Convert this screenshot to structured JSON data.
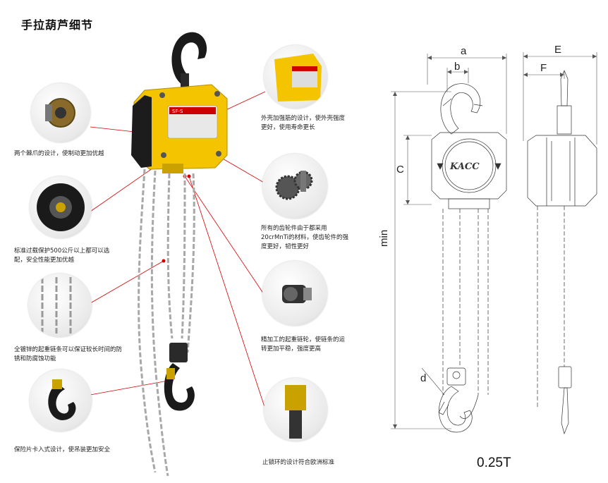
{
  "title": "手拉葫芦细节",
  "captions": {
    "pawl": "两个棘爪的设计，使制动更加优越",
    "overload": "标准过载保护500公斤以上都可以选配，安全性能更加优越",
    "chain": "全镀锌的起重链条可以保证较长时间的防锈和防腐蚀功能",
    "latch": "保险片卡入式设计，使吊装更加安全",
    "shell": "外壳加强筋的设计，使外壳强度更好，使用寿命更长",
    "gears": "所有的齿轮件由于都采用20crMnTi的材料，使齿轮件的强度更好，韧性更好",
    "sprocket": "精加工的起重链轮，使链条的运转更加平稳，强度更高",
    "ring": "止锁环的设计符合欧洲标准"
  },
  "dimensions": {
    "a": "a",
    "b": "b",
    "c": "C",
    "d": "d",
    "e": "E",
    "f": "F",
    "min": "min"
  },
  "brand": "KACC",
  "load_rating": "0.25T",
  "product_label": "SF-S",
  "colors": {
    "hoist_yellow": "#f5c400",
    "leader_red": "#d40000",
    "chain": "#a8a8a8",
    "hook": "#1a1a1a"
  }
}
